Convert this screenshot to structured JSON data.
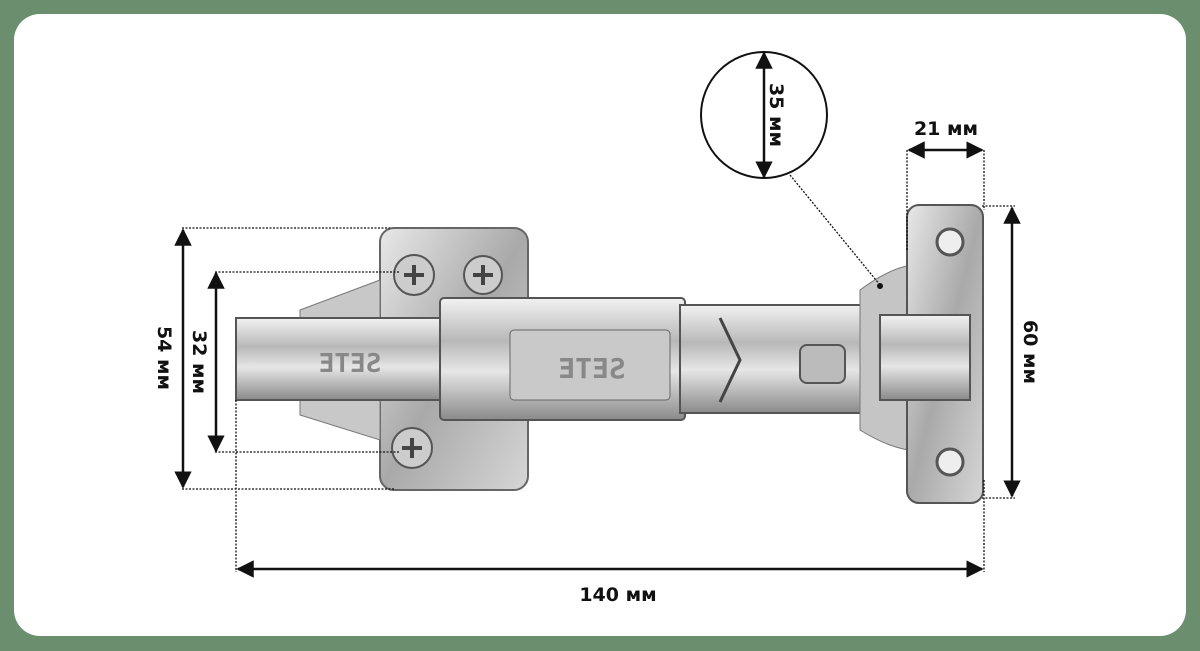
{
  "dimensions": {
    "total_length": "140 мм",
    "plate_height": "54 мм",
    "screw_spacing": "32 мм",
    "cup_diameter": "35 мм",
    "cup_depth": "21 мм",
    "cup_plate_height": "60 мм"
  },
  "product": {
    "brand_mark": "SETE"
  },
  "colors": {
    "frame": "#6b8f6e",
    "background": "#ffffff",
    "lines": "#111111"
  }
}
